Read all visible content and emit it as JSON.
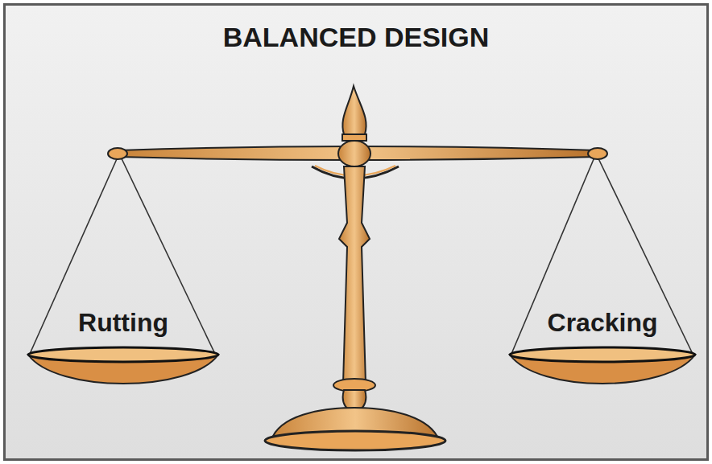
{
  "diagram": {
    "title": "BALANCED DESIGN",
    "nodes": [
      {
        "text": [
          "Rutting"
        ]
      },
      {
        "text": [
          "Cracking"
        ]
      }
    ]
  }
}
